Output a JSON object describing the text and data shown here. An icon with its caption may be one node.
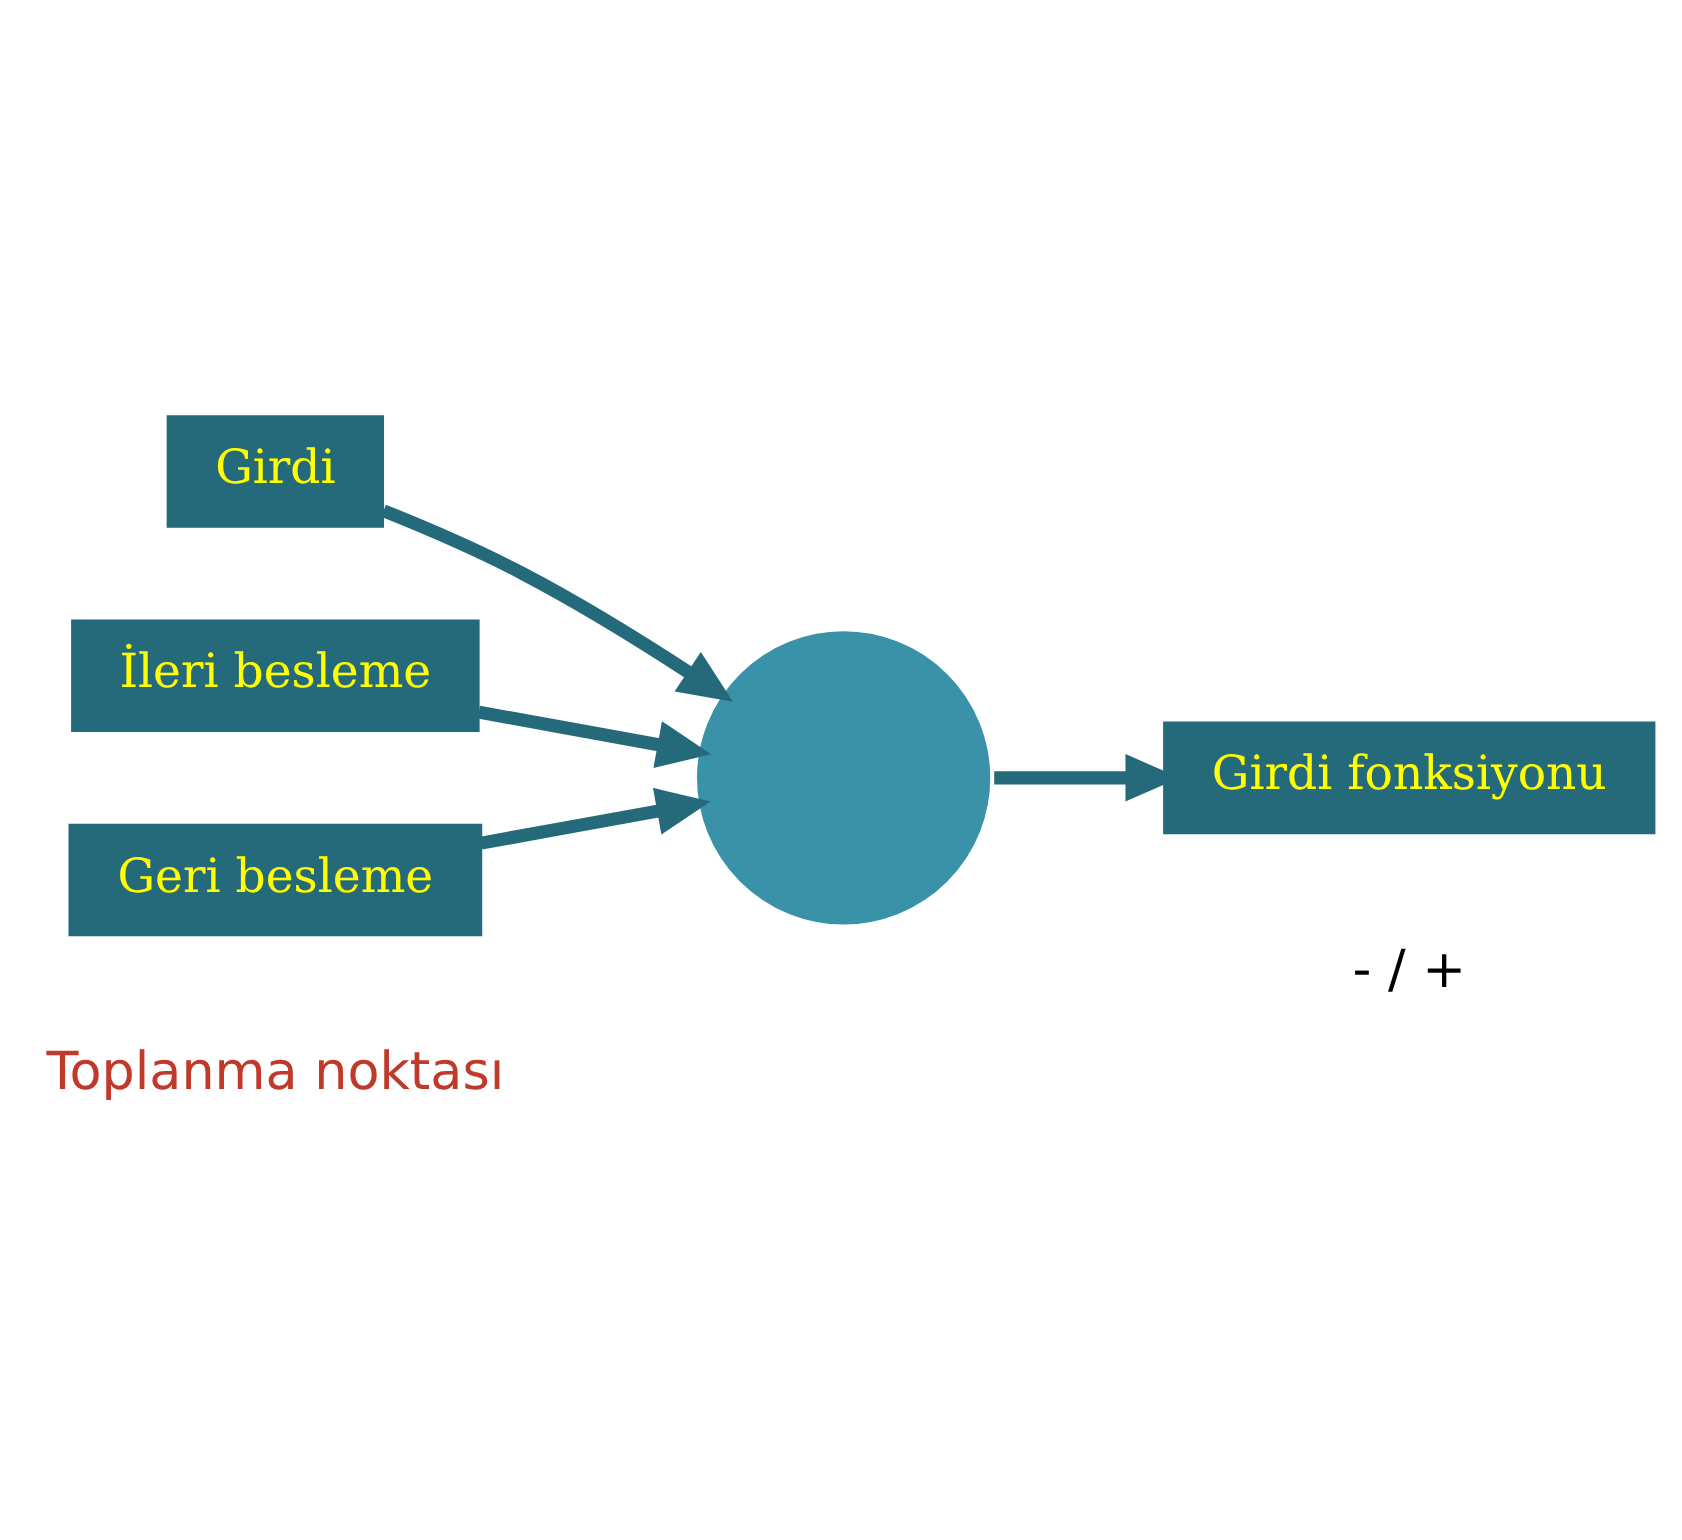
{
  "diagram": {
    "nodes": [
      {
        "text": [],
        "shape": "circle"
      },
      {
        "text": [
          "Girdi"
        ]
      },
      {
        "text": [
          "İleri besleme"
        ]
      },
      {
        "text": [
          "Geri besleme"
        ]
      },
      {
        "text": [
          "Girdi fonksiyonu"
        ]
      }
    ],
    "edges": [
      {
        "from": 1,
        "to": 0,
        "arrow": "to"
      },
      {
        "from": 2,
        "to": 0,
        "arrow": "to"
      },
      {
        "from": 3,
        "to": 0,
        "arrow": "to"
      },
      {
        "from": 0,
        "to": 4,
        "arrow": "to"
      }
    ],
    "labels": [
      "Toplanma noktası",
      "- / +"
    ]
  }
}
